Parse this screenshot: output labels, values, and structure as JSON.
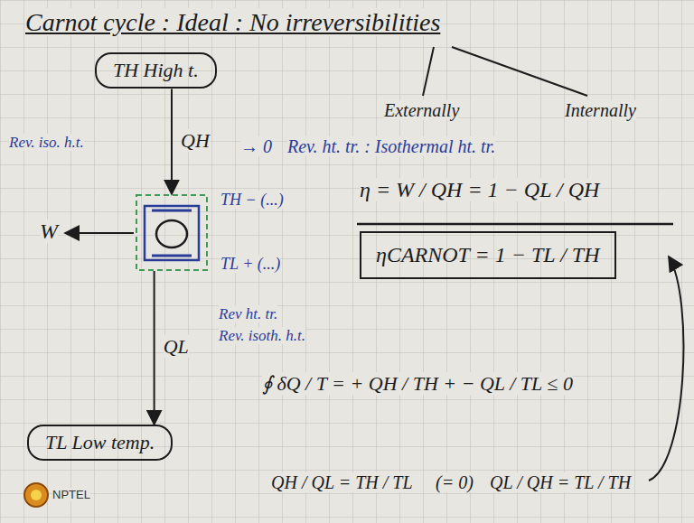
{
  "diagram": {
    "title": "Carnot cycle : Ideal : No irreversibilities",
    "nodes": [
      {
        "text": [
          "TH High t."
        ]
      },
      {
        "text": [
          "TH − (...)",
          "TL + (...)"
        ]
      },
      {
        "text": [
          "TL Low temp."
        ]
      },
      {
        "text": [
          "ηCARNOT = 1 − TL / TH"
        ]
      }
    ],
    "edges": [
      {
        "from": 0,
        "to": 1,
        "label": "QH",
        "arrow": "to"
      },
      {
        "from": 1,
        "to": 2,
        "label": "QL",
        "arrow": "to"
      }
    ],
    "labels": [
      "Externally",
      "Internally",
      "→ 0",
      "Rev. ht. tr. : Isothermal ht. tr.",
      "Rev. iso. h.t.",
      "W",
      "η = W / QH = 1 − QL / QH",
      "Rev ht. tr.",
      "Rev. isoth. h.t.",
      "∮ δQ / T = + QH / TH + − QL / TL ≤ 0",
      "QH / QL = TH / TL",
      "(= 0)",
      "QL / QH = TL / TH",
      "NPTEL"
    ]
  }
}
